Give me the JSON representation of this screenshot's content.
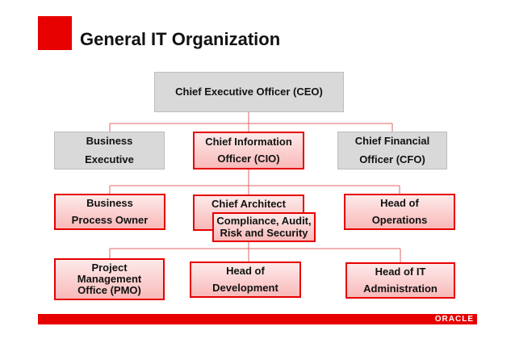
{
  "slide": {
    "title": "General IT Organization",
    "logo_text": "ORACLE"
  },
  "org": {
    "ceo": "Chief Executive Officer (CEO)",
    "business_executive": [
      "Business",
      "Executive"
    ],
    "cio": [
      "Chief Information",
      "Officer (CIO)"
    ],
    "cfo": [
      "Chief Financial",
      "Officer (CFO)"
    ],
    "business_process_owner": [
      "Business",
      "Process Owner"
    ],
    "chief_architect": "Chief Architect",
    "compliance": [
      "Compliance, Audit,",
      "Risk and Security"
    ],
    "head_of_operations": [
      "Head of",
      "Operations"
    ],
    "pmo": [
      "Project",
      "Management",
      "Office (PMO)"
    ],
    "head_of_development": [
      "Head of",
      "Development"
    ],
    "head_of_it_administration": [
      "Head of IT",
      "Administration"
    ]
  },
  "colors": {
    "accent": "#e60000",
    "gray_box": "#d9d9d9",
    "pink_box": "#f9b9b9",
    "connector": "#e06666"
  }
}
